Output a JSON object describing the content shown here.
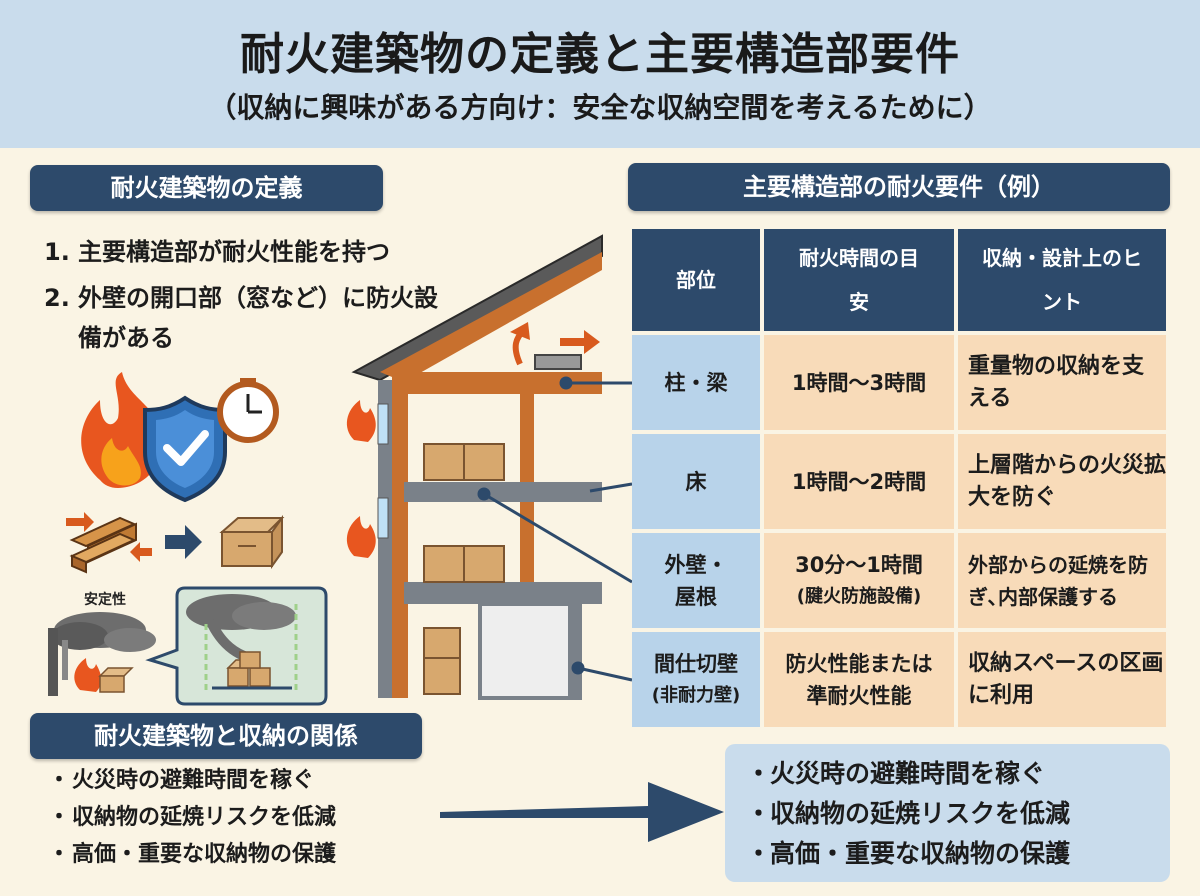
{
  "header": {
    "title": "耐火建築物の定義と主要構造部要件",
    "subtitle": "（収納に興味がある方向け：安全な収納空間を考えるために）"
  },
  "definition": {
    "heading": "耐火建築物の定義",
    "items": [
      {
        "num": "1.",
        "text": "主要構造部が耐火性能を持つ"
      },
      {
        "num": "2.",
        "text": "外壁の開口部（窓など）に防火設備がある"
      }
    ],
    "stability_label": "安定性"
  },
  "requirements": {
    "heading": "主要構造部の耐火要件（例）",
    "columns": [
      "部位",
      "耐火時間の目安",
      "収納・設計上のヒント"
    ],
    "rows": [
      {
        "part": "柱・梁",
        "time": "1時間〜3時間",
        "hint": "重量物の収納を支える"
      },
      {
        "part": "床",
        "time": "1時間〜2時間",
        "hint": "上層階からの火災拡大を防ぐ"
      },
      {
        "part": "外壁・屋根",
        "time": "30分〜1時間",
        "time_note": "(腱火防施設備)",
        "hint": "外部からの延焼を防ぎ､内部保護する"
      },
      {
        "part": "間仕切壁",
        "part_note": "(非耐力壁)",
        "time": "防火性能または準耐火性能",
        "hint": "収納スペースの区画に利用"
      }
    ]
  },
  "relation": {
    "heading": "耐火建築物と収納の関係",
    "items": [
      "火災時の避難時間を稼ぐ",
      "収納物の延焼リスクを低減",
      "高価・重要な収納物の保護"
    ],
    "box_items": [
      "火災時の避難時間を稼ぐ",
      "収納物の延焼リスクを低減",
      "高価・重要な収納物の保護"
    ]
  },
  "colors": {
    "navy": "#2d4a6b",
    "light_blue": "#b8d3ea",
    "peach": "#f8dbb9",
    "wood": "#c8702e",
    "background": "#faf4e4"
  }
}
